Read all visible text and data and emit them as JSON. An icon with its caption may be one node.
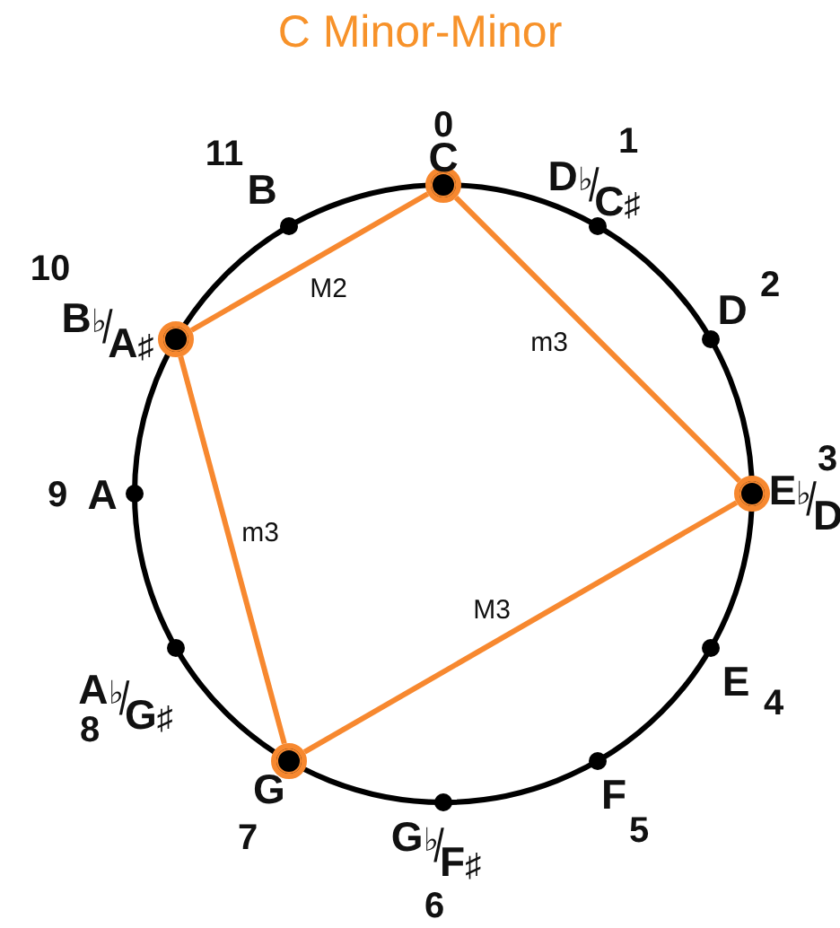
{
  "diagram": {
    "title": "C Minor-Minor",
    "nodes": [
      {
        "text": [],
        "shape": "circle",
        "beside": [
          "0",
          "C"
        ]
      },
      {
        "text": [],
        "shape": "circle",
        "beside": [
          "1",
          "D♭/C♯"
        ]
      },
      {
        "text": [],
        "shape": "circle",
        "beside": [
          "2",
          "D"
        ]
      },
      {
        "text": [],
        "shape": "circle",
        "beside": [
          "3",
          "E♭/D"
        ]
      },
      {
        "text": [],
        "shape": "circle",
        "beside": [
          "4",
          "E"
        ]
      },
      {
        "text": [],
        "shape": "circle",
        "beside": [
          "5",
          "F"
        ]
      },
      {
        "text": [],
        "shape": "circle",
        "beside": [
          "6",
          "G♭/F♯"
        ]
      },
      {
        "text": [],
        "shape": "circle",
        "beside": [
          "7",
          "G"
        ]
      },
      {
        "text": [],
        "shape": "circle",
        "beside": [
          "8",
          "A♭/G♯"
        ]
      },
      {
        "text": [],
        "shape": "circle",
        "beside": [
          "9",
          "A"
        ]
      },
      {
        "text": [],
        "shape": "circle",
        "beside": [
          "10",
          "B♭/A♯"
        ]
      },
      {
        "text": [],
        "shape": "circle",
        "beside": [
          "11",
          "B"
        ]
      }
    ],
    "edges": [
      {
        "from": 0,
        "to": 3,
        "arrow": "none",
        "label": "m3"
      },
      {
        "from": 3,
        "to": 7,
        "arrow": "none",
        "label": "M3"
      },
      {
        "from": 7,
        "to": 10,
        "arrow": "none",
        "label": "m3"
      },
      {
        "from": 10,
        "to": 0,
        "arrow": "none",
        "label": "M2"
      }
    ]
  }
}
